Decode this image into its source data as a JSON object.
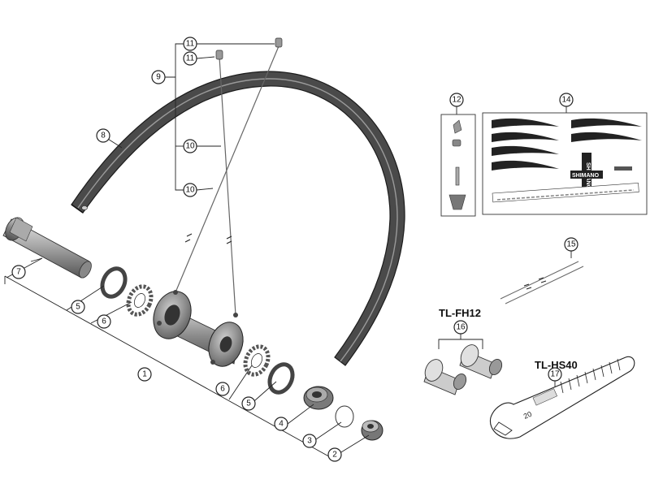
{
  "callouts": {
    "c1": "1",
    "c2": "2",
    "c3": "3",
    "c4": "4",
    "c5a": "5",
    "c5b": "5",
    "c6a": "6",
    "c6b": "6",
    "c7": "7",
    "c8": "8",
    "c9": "9",
    "c10a": "10",
    "c10b": "10",
    "c11a": "11",
    "c11b": "11",
    "c12": "12",
    "c14": "14",
    "c15": "15",
    "c16": "16",
    "c17": "17"
  },
  "tools": {
    "freehub_tool": "TL-FH12",
    "hub_spanner": "TL-HS40",
    "spanner_size": "20"
  },
  "decals": {
    "brand_a": "SHIMANO",
    "brand_b": "SHIMANO"
  },
  "colors": {
    "rim": "#4a4a4a",
    "metal": "#9a9a9a",
    "dark_metal": "#5e5e5e"
  }
}
